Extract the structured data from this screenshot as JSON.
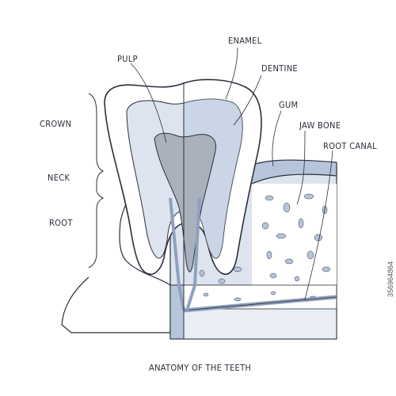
{
  "diagram": {
    "title": "ANATOMY OF THE TEETH",
    "labels": {
      "pulp": "PULP",
      "enamel": "ENAMEL",
      "dentine": "DENTINE",
      "gum": "GUM",
      "jaw_bone": "JAW BONE",
      "root_canal": "ROOT CANAL",
      "crown": "CROWN",
      "neck": "NECK",
      "root": "ROOT"
    },
    "stock_id": "356964864"
  },
  "colors": {
    "outline": "#2b2f3a",
    "light_blue": "#dde4ef",
    "mid_blue": "#b7c5db",
    "dark_blue": "#8fa1bd",
    "pulp_gray": "#a9b1bd"
  }
}
